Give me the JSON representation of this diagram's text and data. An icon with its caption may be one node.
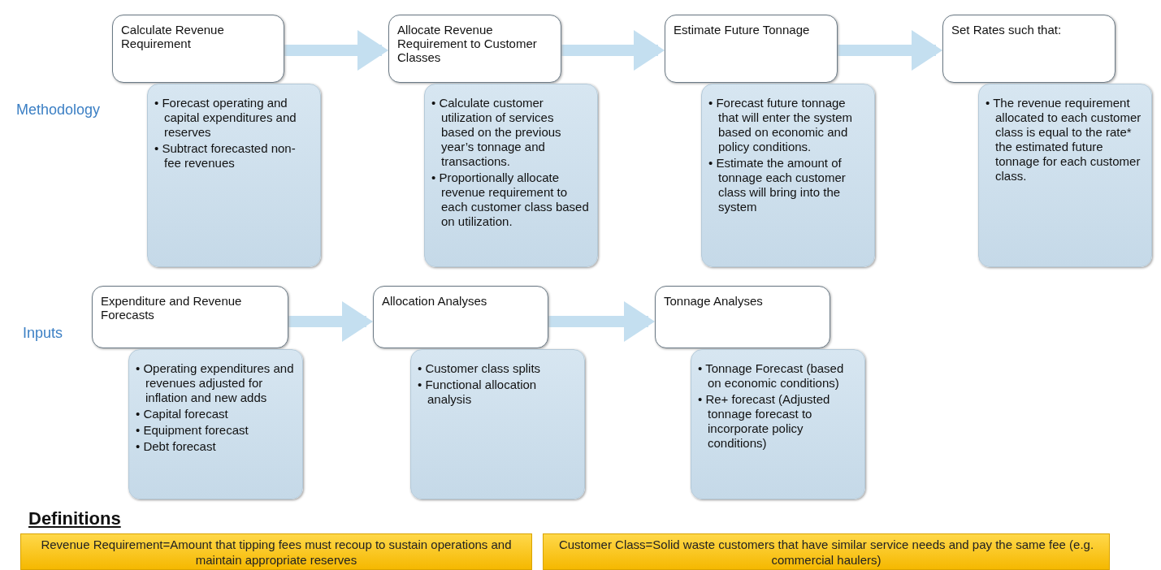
{
  "diagram": {
    "nodes": [
      {
        "text": [
          "Calculate Revenue Requirement"
        ]
      },
      {
        "text": [
          "• Forecast operating and capital expenditures and reserves",
          "• Subtract forecasted non-fee revenues"
        ]
      },
      {
        "text": [
          "Allocate Revenue Requirement to Customer Classes"
        ]
      },
      {
        "text": [
          "• Calculate customer utilization of services based on the previous year’s tonnage and transactions.",
          "• Proportionally allocate revenue requirement to each customer class based on utilization."
        ]
      },
      {
        "text": [
          "Estimate Future Tonnage"
        ]
      },
      {
        "text": [
          "• Forecast future tonnage that will enter the system based on economic and policy conditions.",
          "• Estimate the amount of tonnage each customer class will bring into the system"
        ]
      },
      {
        "text": [
          "Set Rates such that:"
        ]
      },
      {
        "text": [
          "• The revenue requirement allocated to each customer class is equal to the rate* the estimated future tonnage for each customer class."
        ]
      },
      {
        "text": [
          "Expenditure and Revenue Forecasts"
        ]
      },
      {
        "text": [
          "• Operating expenditures and revenues adjusted for inflation and new adds",
          "• Capital forecast",
          "• Equipment forecast",
          "• Debt forecast"
        ]
      },
      {
        "text": [
          "Allocation Analyses"
        ]
      },
      {
        "text": [
          "• Customer class splits",
          "• Functional allocation analysis"
        ]
      },
      {
        "text": [
          "Tonnage Analyses"
        ]
      },
      {
        "text": [
          "• Tonnage Forecast (based on economic conditions)",
          "• Re+ forecast (Adjusted tonnage forecast to incorporate policy conditions)"
        ]
      },
      {
        "text": [
          "Revenue Requirement=Amount that tipping fees must recoup to sustain operations and maintain appropriate reserves"
        ]
      },
      {
        "text": [
          "Customer Class=Solid waste customers that have similar service needs and pay the same fee (e.g. commercial haulers)"
        ]
      }
    ],
    "edges": [
      {
        "from": 0,
        "to": 2,
        "arrow": "to"
      },
      {
        "from": 2,
        "to": 4,
        "arrow": "to"
      },
      {
        "from": 4,
        "to": 6,
        "arrow": "to"
      },
      {
        "from": 8,
        "to": 10,
        "arrow": "to"
      },
      {
        "from": 10,
        "to": 12,
        "arrow": "to"
      }
    ],
    "labels": [
      "Methodology",
      "Inputs",
      "Definitions"
    ]
  }
}
